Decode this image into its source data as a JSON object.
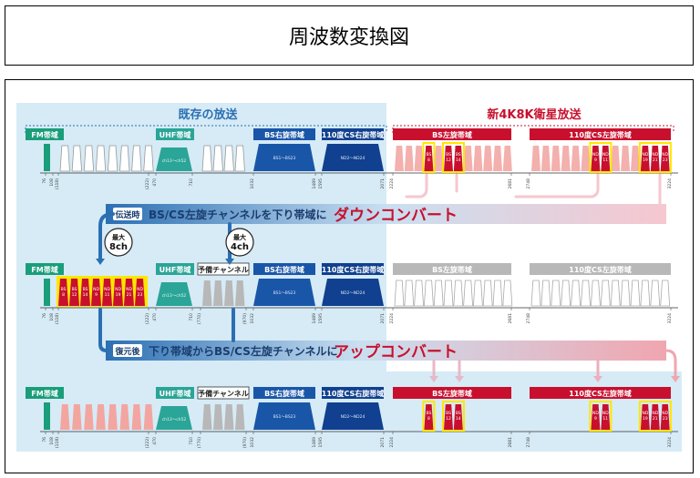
{
  "title": "周波数変換図",
  "headers": {
    "existing": "既存の放送",
    "new": "新4K8K衛星放送"
  },
  "bands": {
    "fm": "FM帯域",
    "uhf": "UHF帯域",
    "bs_right": "BS右旋帯域",
    "cs_right": "110度CS右旋帯域",
    "bs_left": "BS左旋帯域",
    "cs_left": "110度CS左旋帯域",
    "reserve": "予備チャンネル"
  },
  "sublabels": {
    "uhf_ch": "ch13～ch52",
    "bs_ch": "BS1～BS23",
    "cs_ch": "ND2～ND24"
  },
  "freq_row1": [
    "76",
    "108",
    "(118)",
    "(222)",
    "470",
    "710",
    "1032",
    "1489",
    "1595",
    "2071",
    "2224",
    "2681",
    "2748",
    "3224"
  ],
  "freq_row2": [
    "76",
    "108",
    "(118)",
    "(222)",
    "470",
    "710",
    "(770)",
    "(970)",
    "1032",
    "1489",
    "1595",
    "2071",
    "2224",
    "2681",
    "2748",
    "3224"
  ],
  "freq_row3": [
    "76",
    "108",
    "(118)",
    "(222)",
    "470",
    "710",
    "(770)",
    "(970)",
    "1032",
    "1489",
    "1595",
    "2071",
    "2224",
    "2681",
    "2748",
    "3224"
  ],
  "bs_left_channels": [
    "BS 8",
    "BS 12",
    "BS 14"
  ],
  "cs_left_channels": [
    "ND 9",
    "ND 11",
    "ND 19",
    "ND 21",
    "ND 23"
  ],
  "down_channels": [
    "BS 8",
    "BS 12",
    "BS 14",
    "ND 9",
    "ND 11",
    "ND 19",
    "ND 21",
    "ND 23"
  ],
  "transmit": {
    "tag": "伝送時",
    "text": "BS/CS左旋チャンネルを下り帯域に",
    "emph": "ダウンコンバート"
  },
  "restore": {
    "tag": "復元後",
    "text": "下り帯域からBS/CS左旋チャンネルに",
    "emph": "アップコンバート"
  },
  "max_fm": {
    "top": "最大",
    "bottom": "8ch"
  },
  "max_uhf": {
    "top": "最大",
    "bottom": "4ch"
  },
  "colors": {
    "fm_green": "#1a9e7a",
    "uhf_teal": "#2aa597",
    "bs_blue": "#1a56a8",
    "cs_navy": "#10408f",
    "new_red": "#c8102e",
    "yellow": "#ffe600",
    "gray": "#b8b8b8",
    "bg_blue": "#d6ebf6",
    "title_blue": "#2b6fb3",
    "pink": "#f0a6b0"
  }
}
